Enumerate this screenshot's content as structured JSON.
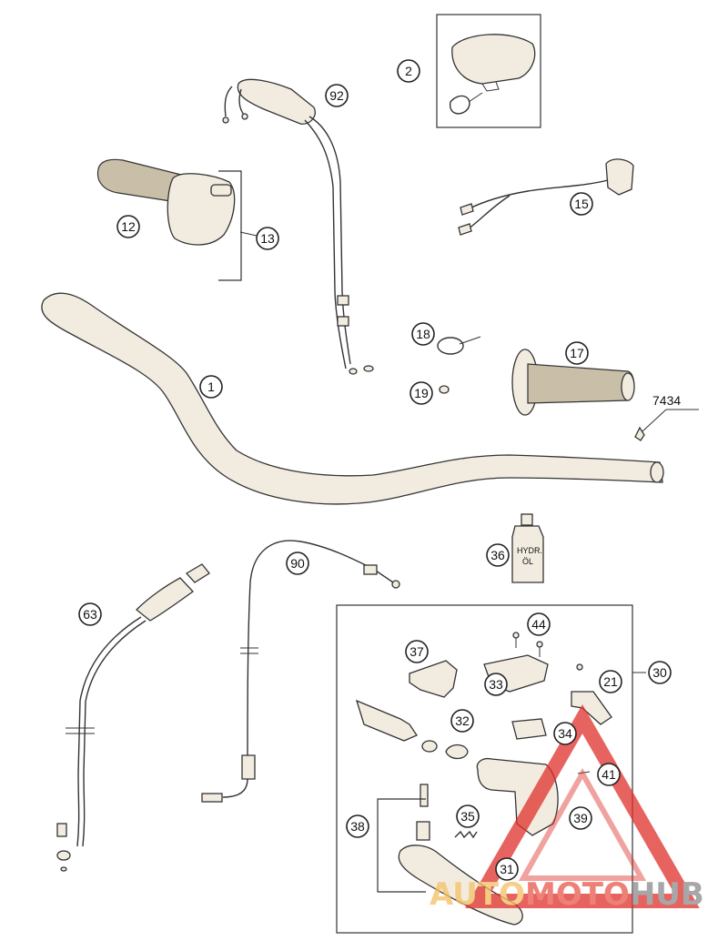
{
  "diagram": {
    "callouts": [
      {
        "id": "c1",
        "label": "1"
      },
      {
        "id": "c2",
        "label": "2"
      },
      {
        "id": "c12",
        "label": "12"
      },
      {
        "id": "c13",
        "label": "13"
      },
      {
        "id": "c15",
        "label": "15"
      },
      {
        "id": "c17",
        "label": "17"
      },
      {
        "id": "c18",
        "label": "18"
      },
      {
        "id": "c19",
        "label": "19"
      },
      {
        "id": "c21",
        "label": "21"
      },
      {
        "id": "c30",
        "label": "30"
      },
      {
        "id": "c31",
        "label": "31"
      },
      {
        "id": "c32",
        "label": "32"
      },
      {
        "id": "c33",
        "label": "33"
      },
      {
        "id": "c34",
        "label": "34"
      },
      {
        "id": "c35",
        "label": "35"
      },
      {
        "id": "c36",
        "label": "36"
      },
      {
        "id": "c37",
        "label": "37"
      },
      {
        "id": "c38",
        "label": "38"
      },
      {
        "id": "c39",
        "label": "39"
      },
      {
        "id": "c41",
        "label": "41"
      },
      {
        "id": "c44",
        "label": "44"
      },
      {
        "id": "c63",
        "label": "63"
      },
      {
        "id": "c90",
        "label": "90"
      },
      {
        "id": "c92",
        "label": "92"
      }
    ],
    "part_code": "7434",
    "bottle_label_line1": "HYDR.",
    "bottle_label_line2": "ÖL"
  },
  "watermark": {
    "part1": "AUTO",
    "part2": "MOTO",
    "part3": "HUB",
    "color_auto": "#f5c063",
    "color_moto": "#e8574a",
    "color_hub": "#8a8a8a",
    "triangle_color": "#e0302a"
  }
}
